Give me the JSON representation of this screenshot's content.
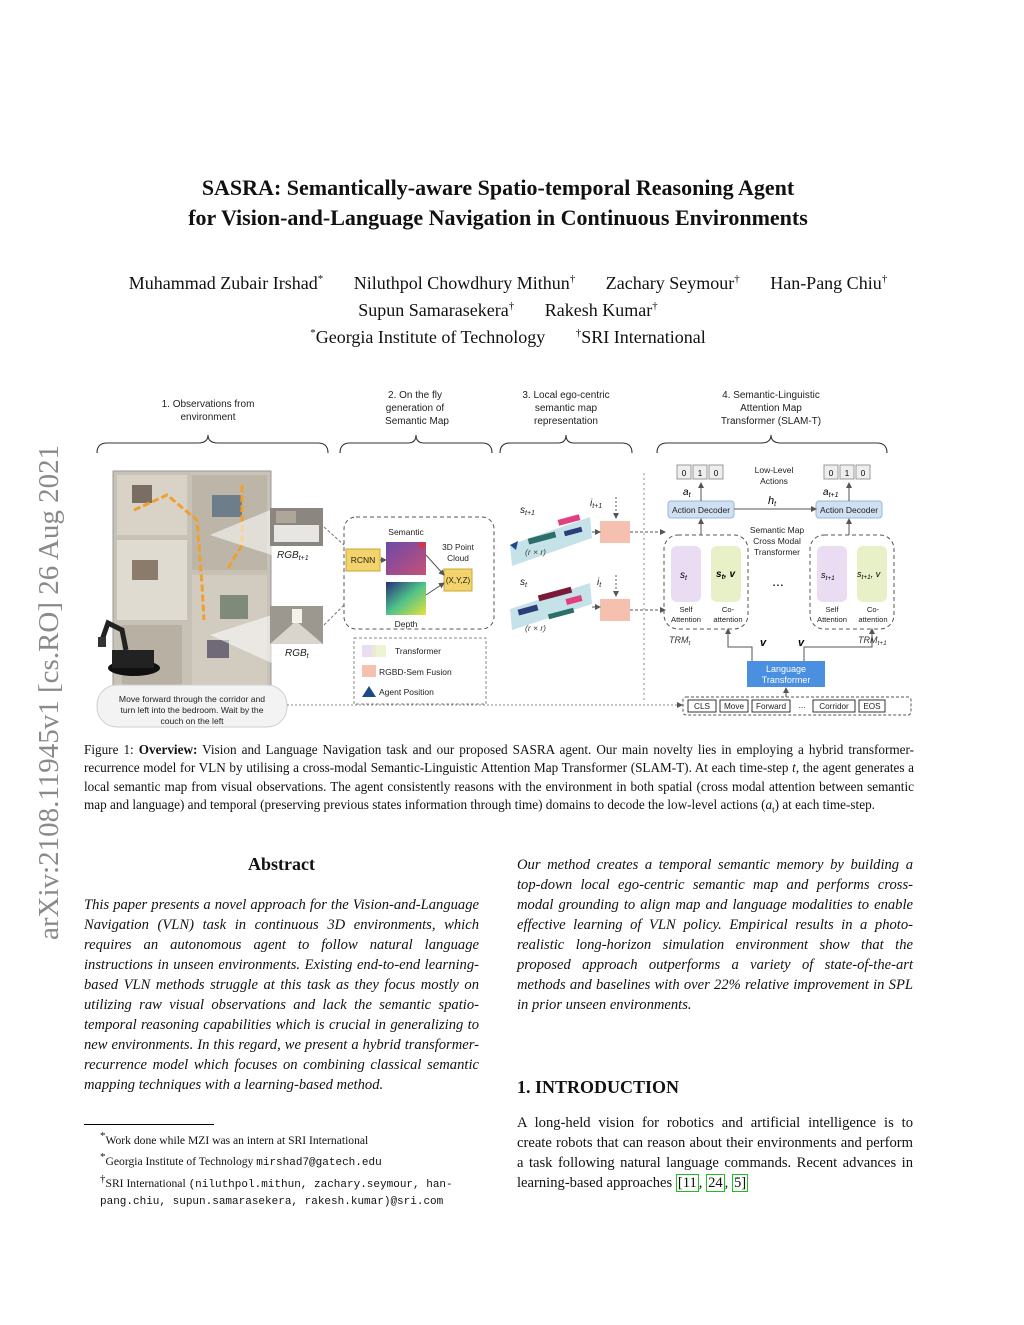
{
  "arxiv_id": "arXiv:2108.11945v1  [cs.RO]  26 Aug 2021",
  "title_line1": "SASRA: Semantically-aware Spatio-temporal Reasoning Agent",
  "title_line2": "for Vision-and-Language Navigation in Continuous Environments",
  "authors": {
    "a1": "Muhammad Zubair Irshad",
    "a2": "Niluthpol Chowdhury Mithun",
    "a3": "Zachary Seymour",
    "a4": "Han-Pang Chiu",
    "a5": "Supun Samarasekera",
    "a6": "Rakesh Kumar",
    "aff1": "Georgia Institute of Technology",
    "aff2": "SRI International",
    "mark_star": "*",
    "mark_dagger": "†"
  },
  "figure": {
    "section1": [
      "1. Observations from",
      "environment"
    ],
    "section2": [
      "2. On the fly",
      "generation of",
      "Semantic Map"
    ],
    "section3": [
      "3. Local ego-centric",
      "semantic map",
      "representation"
    ],
    "section4": [
      "4. Semantic-Linguistic",
      "Attention Map",
      "Transformer (SLAM-T)"
    ],
    "rgb_t1": "RGB",
    "rgb_t1_sub": "t+1",
    "rgb_t": "RGB",
    "rgb_t_sub": "t",
    "instruction": [
      "Move forward through the corridor and",
      "turn left into the bedroom. Wait by the",
      "couch on the left"
    ],
    "rcnn": "RCNN",
    "semantic": "Semantic",
    "point_cloud": [
      "3D Point",
      "Cloud"
    ],
    "xyz": "(X,Y,Z)",
    "depth": "Depth",
    "legend_transformer": "Transformer",
    "legend_fusion": "RGBD-Sem Fusion",
    "legend_agent": "Agent Position",
    "s_t1": "s",
    "s_t1_sub": "t+1",
    "i_t1": "i",
    "i_t1_sub": "t+1",
    "s_t": "s",
    "s_t_sub": "t",
    "i_t": "i",
    "i_t_sub": "t",
    "rxr": "(r × r)",
    "low_level": [
      "Low-Level",
      "Actions"
    ],
    "action_bits": [
      "0",
      "1",
      "0"
    ],
    "a_t": "a",
    "a_t_sub": "t",
    "a_t1": "a",
    "a_t1_sub": "t+1",
    "h_t": "h",
    "h_t_sub": "t",
    "action_decoder": "Action Decoder",
    "smcmt": [
      "Semantic Map",
      "Cross Modal",
      "Transformer"
    ],
    "self_attention": [
      "Self",
      "Attention"
    ],
    "co_attention": [
      "Co-",
      "attention"
    ],
    "st_label": "s",
    "st_label_sub": "t",
    "stv_label": "s",
    "stv_label_sub": "t",
    "stv_suffix": ", v",
    "st1_label": "s",
    "st1_label_sub": "t+1",
    "st1v_label": "s",
    "st1v_label_sub": "t+1",
    "trm_t": "TRM",
    "trm_t_sub": "t",
    "trm_t1": "TRM",
    "trm_t1_sub": "t+1",
    "v": "v",
    "dots": "...",
    "language_transformer": [
      "Language",
      "Transformer"
    ],
    "tokens": [
      "CLS",
      "Move",
      "Forward",
      "Corridor",
      "EOS"
    ],
    "token_dots": "..."
  },
  "caption": {
    "label": "Figure 1:",
    "bold": "Overview:",
    "text1": " Vision and Language Navigation task and our proposed SASRA agent. Our main novelty lies in employing a hybrid transformer-recurrence model for VLN by utilising a cross-modal Semantic-Linguistic Attention Map Transformer (SLAM-T). At each time-step ",
    "t": "t",
    "text2": ", the agent generates a local semantic map from visual observations. The agent consistently reasons with the environment in both spatial (cross modal attention between semantic map and language) and temporal (preserving previous states information through time) domains to decode the low-level actions (",
    "at": "a",
    "at_sub": "t",
    "text3": ") at each time-step."
  },
  "abstract_heading": "Abstract",
  "abstract_text": "This paper presents a novel approach for the Vision-and-Language Navigation (VLN) task in continuous 3D environments, which requires an autonomous agent to follow natural language instructions in unseen environments. Existing end-to-end learning-based VLN methods struggle at this task as they focus mostly on utilizing raw visual observations and lack the semantic spatio-temporal reasoning capabilities which is crucial in generalizing to new environments. In this regard, we present a hybrid transformer-recurrence model which focuses on combining classical semantic mapping techniques with a learning-based method.",
  "col2_text": "Our method creates a temporal semantic memory by building a top-down local ego-centric semantic map and performs cross-modal grounding to align map and language modalities to enable effective learning of VLN policy. Empirical results in a photo-realistic long-horizon simulation environment show that the proposed approach outperforms a variety of state-of-the-art methods and baselines with over 22% relative improvement in SPL in prior unseen environments.",
  "intro_heading": "1. INTRODUCTION",
  "intro_text": "A long-held vision for robotics and artificial intelligence is to create robots that can reason about their environments and perform a task following natural language commands. Recent advances in learning-based approaches ",
  "intro_cites": [
    "[11",
    "24",
    "5]"
  ],
  "footnotes": {
    "f1_mark": "*",
    "f1": "Work done while MZI was an intern at SRI International",
    "f2_mark": "*",
    "f2": "Georgia Institute of Technology ",
    "f2_email": "mirshad7@gatech.edu",
    "f3_mark": "†",
    "f3": "SRI International ",
    "f3_email": "(niluthpol.mithun, zachary.seymour, han-pang.chiu, supun.samarasekera, rakesh.kumar)@sri.com"
  }
}
